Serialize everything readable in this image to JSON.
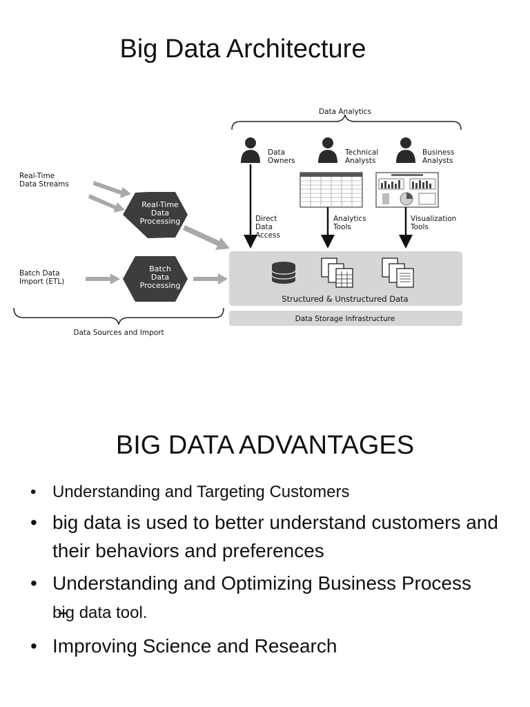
{
  "slide1": {
    "title": "Big Data Architecture",
    "diagram": {
      "data_analytics": "Data Analytics",
      "data_sources_and_import": "Data Sources and Import",
      "realtime_streams": [
        "Real-Time",
        "Data Streams"
      ],
      "realtime_processing": [
        "Real-Time",
        "Data",
        "Processing"
      ],
      "batch_import": [
        "Batch Data",
        "Import (ETL)"
      ],
      "batch_processing": [
        "Batch",
        "Data",
        "Processing"
      ],
      "roles": [
        [
          "Data",
          "Owners"
        ],
        [
          "Technical",
          "Analysts"
        ],
        [
          "Business",
          "Analysts"
        ]
      ],
      "access": [
        [
          "Direct",
          "Data",
          "Access"
        ],
        [
          "Analytics",
          "Tools"
        ],
        [
          "Visualization",
          "Tools"
        ]
      ],
      "structured_label": "Structured & Unstructured Data",
      "storage_label": "Data Storage Infrastructure",
      "colors": {
        "hexagon": "#3d3d3d",
        "panel": "#d6d6d6",
        "arrow": "#a9a9a9"
      }
    }
  },
  "slide2": {
    "title": "BIG DATA ADVANTAGES",
    "bullet_glyph": "•",
    "dash_glyph": "–",
    "bullets": [
      "Understanding and Targeting Customers",
      "big data is used to better understand customers and their behaviors and preferences",
      "Understanding and Optimizing Business Process"
    ],
    "sub_bullet": "big data tool.",
    "bullet_cut": "Improving Science and Research"
  }
}
